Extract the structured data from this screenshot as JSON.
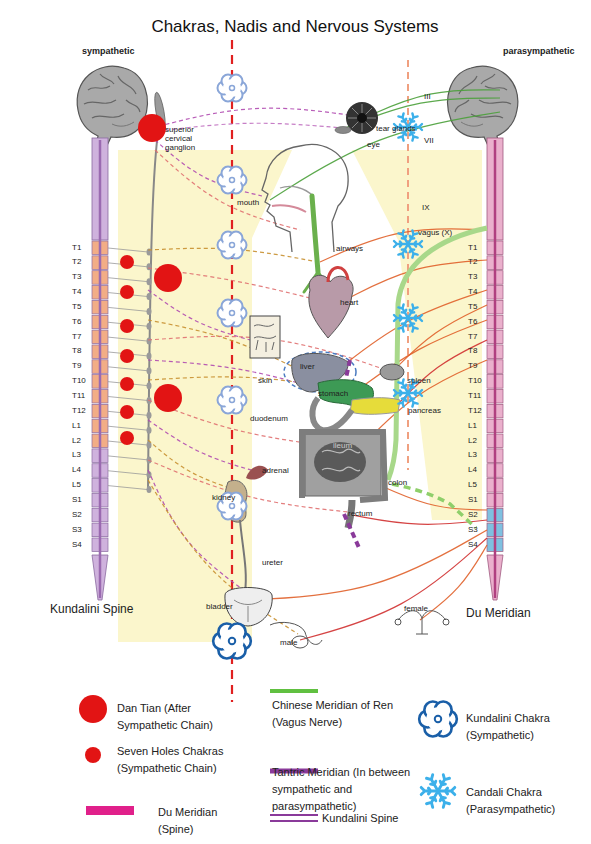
{
  "diagram": {
    "title": "Chakras, Nadis and Nervous Systems",
    "labels": [
      "sympathetic",
      "parasympathetic",
      "superior cervical ganglion",
      "eye",
      "tear glands",
      "mouth",
      "airways",
      "heart",
      "skin",
      "liver",
      "spleen",
      "stomach",
      "pancreas",
      "duodenum",
      "ileum",
      "colon",
      "adrenal",
      "kidney",
      "rectum",
      "ureter",
      "bladder",
      "male",
      "female",
      "III",
      "VII",
      "IX",
      "vagus (X)",
      "Kundalini Spine",
      "Du Meridian",
      "T1",
      "T2",
      "T3",
      "T4",
      "T5",
      "T6",
      "T7",
      "T8",
      "T9",
      "T10",
      "T11",
      "T12",
      "L1",
      "L2",
      "L3",
      "L4",
      "L5",
      "S1",
      "S2",
      "S3",
      "S4",
      "T1",
      "T2",
      "T3",
      "T4",
      "T5",
      "T6",
      "T7",
      "T8",
      "T9",
      "T10",
      "T11",
      "T12",
      "L1",
      "L2",
      "L3",
      "L4",
      "L5",
      "S1",
      "S2",
      "S3",
      "S4"
    ],
    "legend": [
      {
        "text": "Dan Tian (After Sympathetic Chain)"
      },
      {
        "text": "Seven Holes Chakras (Sympathetic Chain)"
      },
      {
        "text": "Du Meridian (Spine)"
      },
      {
        "text": "Chinese Meridian of Ren (Vagus Nerve)"
      },
      {
        "text": "Tantric Meridian (In between sympathetic and parasympathetic)"
      },
      {
        "text": "Kundalini Spine"
      },
      {
        "text": "Kundalini Chakra (Sympathetic)"
      },
      {
        "text": "Candali Chakra (Parasympathetic)"
      }
    ]
  }
}
